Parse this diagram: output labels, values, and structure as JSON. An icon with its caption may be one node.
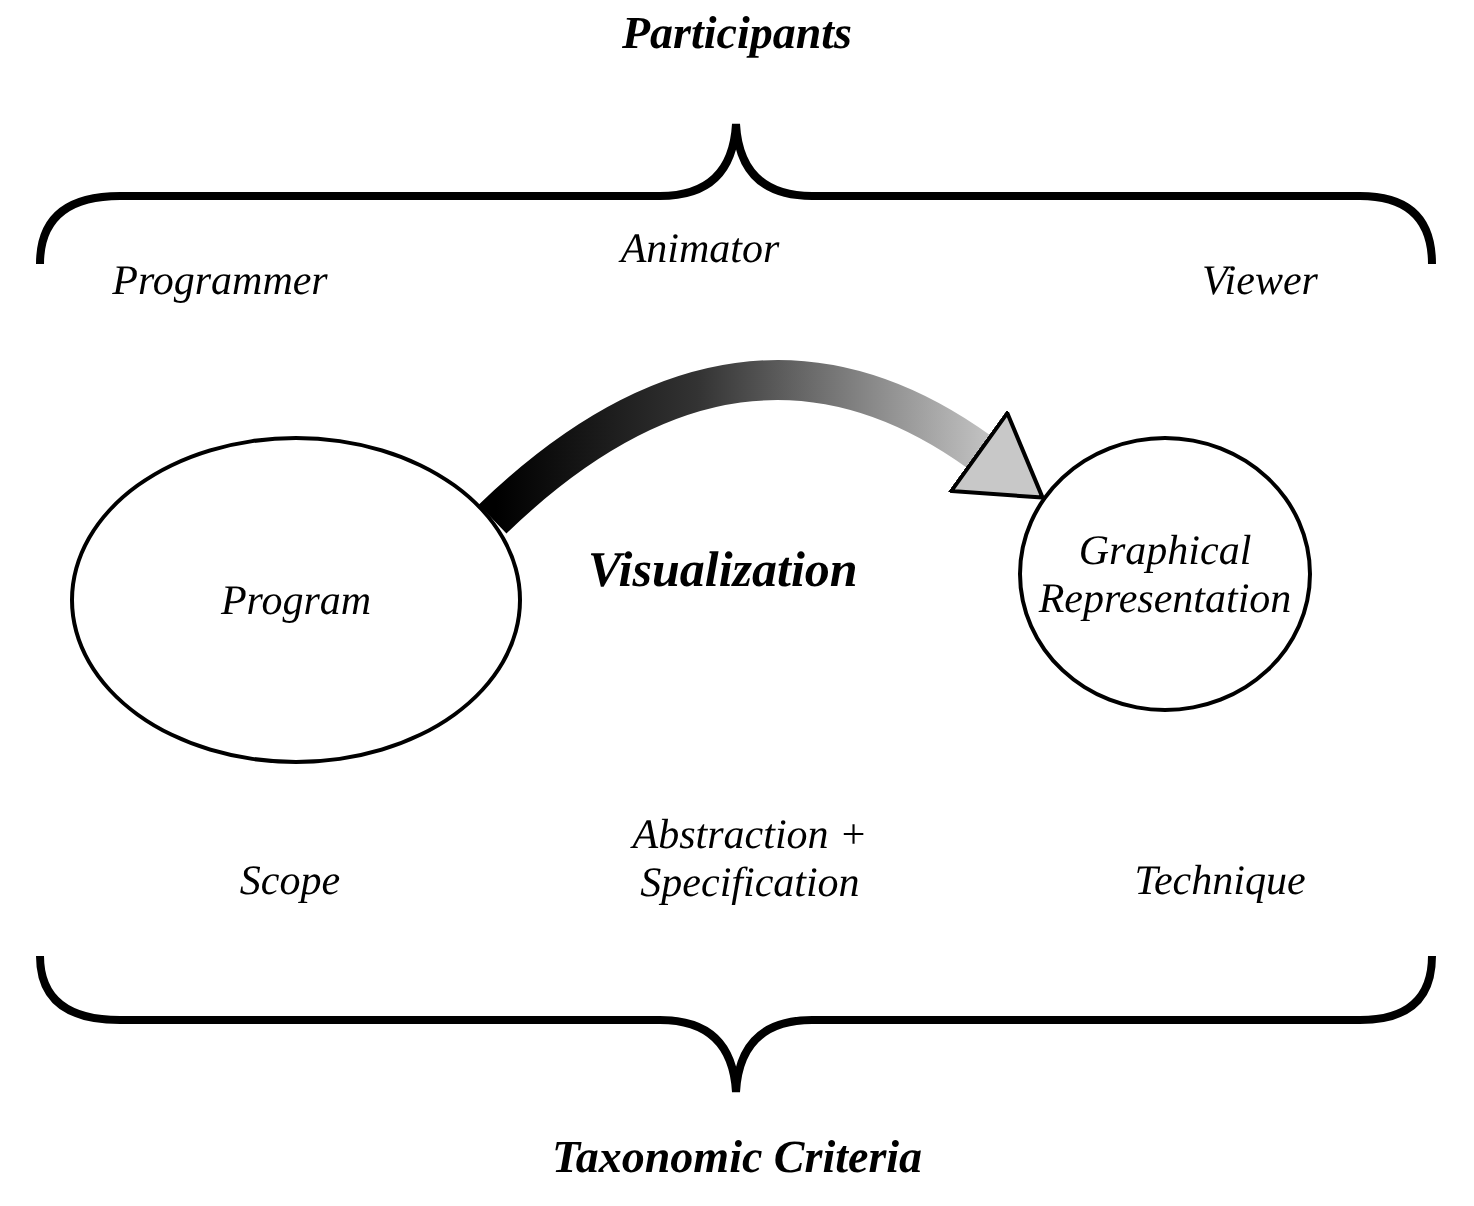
{
  "diagram": {
    "title": "Participants",
    "caption": "Taxonomic Criteria",
    "nodes": [
      {
        "text": [
          "Program"
        ]
      },
      {
        "text": [
          "Graphical Representation"
        ]
      }
    ],
    "edges": [
      {
        "from": 0,
        "to": 1,
        "arrow": "to",
        "style": "thick",
        "label": "Visualization"
      }
    ],
    "labels": [
      "Programmer",
      "Animator",
      "Viewer",
      "Scope",
      "Abstraction + Specification",
      "Technique"
    ]
  }
}
